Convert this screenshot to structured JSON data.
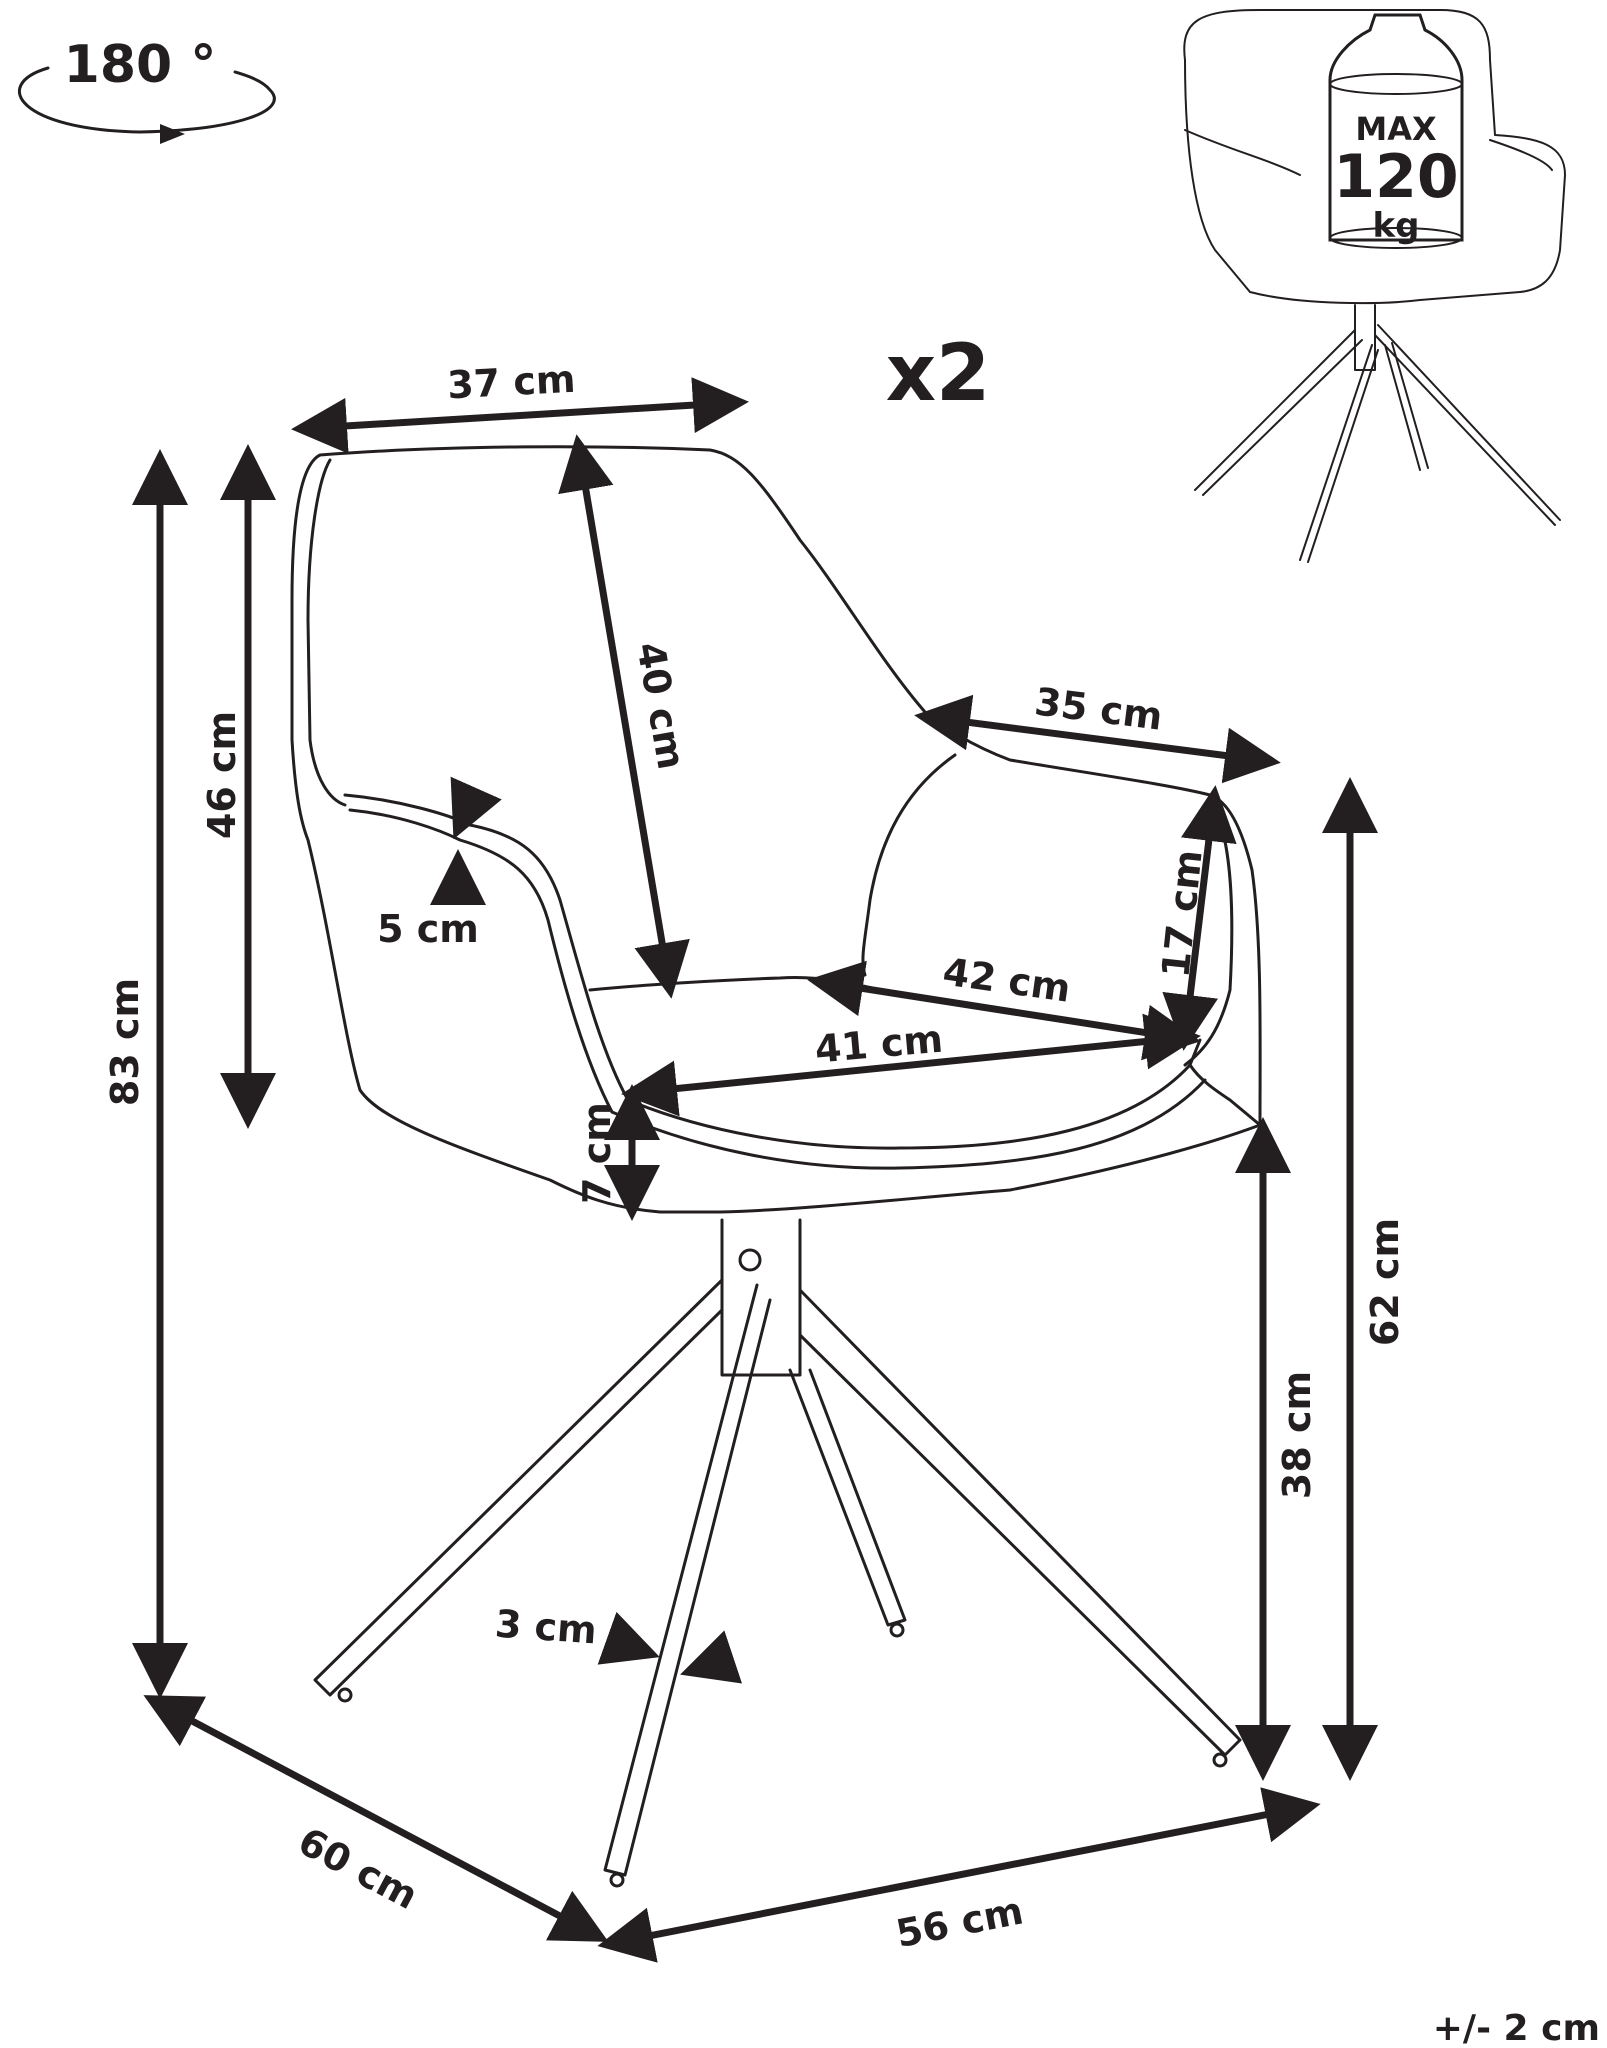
{
  "rotation": {
    "label": "180 °"
  },
  "quantity": {
    "label": "x2"
  },
  "max_load": {
    "line1": "MAX",
    "line2": "120",
    "line3": "kg"
  },
  "dimensions": {
    "backrest_width": "37 cm",
    "backrest_height": "40 cm",
    "armrest_depth": "35 cm",
    "back_height": "46 cm",
    "armrest_thickness": "5 cm",
    "armrest_height": "17 cm",
    "seat_width_back": "42 cm",
    "seat_width_front": "41 cm",
    "seat_thickness": "7 cm",
    "total_height": "83 cm",
    "armrest_floor_height": "62 cm",
    "seat_height": "38 cm",
    "leg_thickness": "3 cm",
    "depth": "60 cm",
    "width": "56 cm"
  },
  "tolerance": "+/- 2 cm"
}
